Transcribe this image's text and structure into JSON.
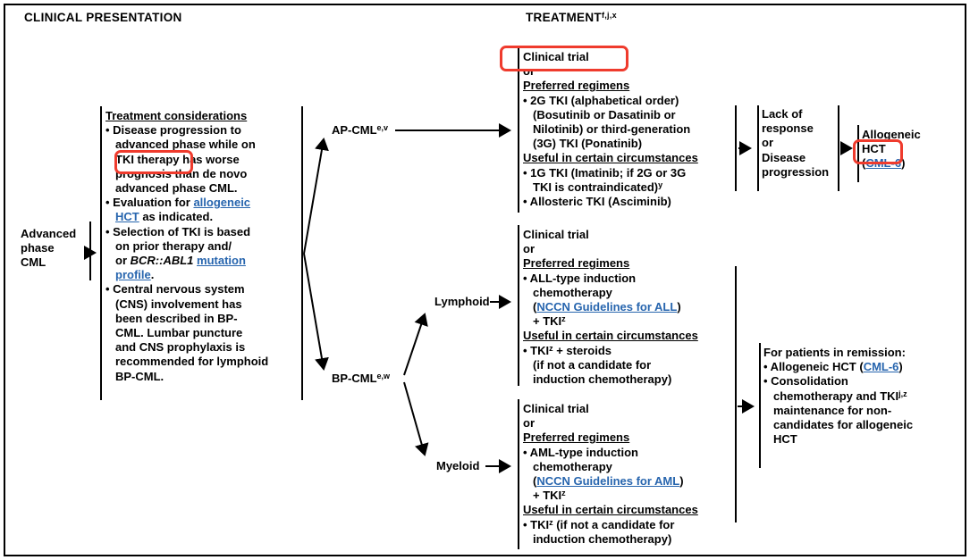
{
  "colors": {
    "link": "#2765ae",
    "annotation": "#ef3b2d",
    "ink": "#000000"
  },
  "header": {
    "clinical": "CLINICAL PRESENTATION",
    "treatment": "TREATMENT",
    "treatment_sup": "f,j,x"
  },
  "advanced": {
    "text": "Advanced\nphase\nCML"
  },
  "considerations": {
    "title": "Treatment considerations",
    "b1": "• Disease progression to\nadvanced phase while on\nTKI therapy has worse\nprognosis than de novo\nadvanced phase CML.",
    "b2_pre": "• Evaluation for ",
    "b2_link": "allogeneic\nHCT",
    "b2_post": " as indicated.",
    "b3_pre": "• Selection of TKI is based\non prior therapy and/\nor ",
    "b3_gene": "BCR::ABL1",
    "b3_mid": " ",
    "b3_link": "mutation\nprofile",
    "b3_post": ".",
    "b4": "• Central nervous system\n(CNS) involvement has\nbeen described in BP-\nCML. Lumbar puncture\nand CNS prophylaxis is\nrecommended for lymphoid\nBP-CML."
  },
  "branches": {
    "ap": "AP-CML",
    "ap_sup": "e,v",
    "bp": "BP-CML",
    "bp_sup": "e,w",
    "lymphoid": "Lymphoid",
    "myeloid": "Myeloid"
  },
  "ap_box": {
    "clinical_trial": "Clinical trial",
    "or": "or",
    "preferred": "Preferred regimens",
    "b1": "• 2G TKI (alphabetical order)\n(Bosutinib or Dasatinib or\nNilotinib) or third-generation\n(3G) TKI (Ponatinib)",
    "useful": "Useful in certain circumstances",
    "b2_pre": "• 1G TKI (Imatinib; if 2G or 3G\nTKI is contraindicated)",
    "b2_sup": "y",
    "b3": "• Allosteric TKI (Asciminib)"
  },
  "lack": {
    "text": "Lack of\nresponse\nor\nDisease\nprogression"
  },
  "allo": {
    "pre": "Allogeneic\nHCT\n(",
    "link": "CML-6",
    "post": ")"
  },
  "lymphoid_box": {
    "clinical_trial": "Clinical trial",
    "or": "or",
    "preferred": "Preferred regimens",
    "b1_pre": "• ALL-type induction\nchemotherapy\n(",
    "b1_link": "NCCN Guidelines for ALL",
    "b1_post": ")\n+ TKI",
    "b1_sup": "z",
    "useful": "Useful in certain circumstances",
    "b2_pre": "• TKI",
    "b2_sup": "z",
    "b2_post": " + steroids\n(if not a candidate for\ninduction chemotherapy)"
  },
  "myeloid_box": {
    "clinical_trial": "Clinical trial",
    "or": "or",
    "preferred": "Preferred regimens",
    "b1_pre": "• AML-type induction\nchemotherapy\n(",
    "b1_link": "NCCN Guidelines for AML",
    "b1_post": ")\n+ TKI",
    "b1_sup": "z",
    "useful": "Useful in certain circumstances",
    "b2_pre": "• TKI",
    "b2_sup": "z",
    "b2_post": " (if not a candidate for\ninduction chemotherapy)"
  },
  "remission": {
    "title": "For patients in remission:",
    "b1_pre": "• Allogeneic HCT (",
    "b1_link": "CML-6",
    "b1_post": ")",
    "b2_pre": "• Consolidation\nchemotherapy and TKI",
    "b2_sup": "j,z",
    "b2_post": "\nmaintenance for non-\ncandidates for allogeneic\nHCT"
  }
}
